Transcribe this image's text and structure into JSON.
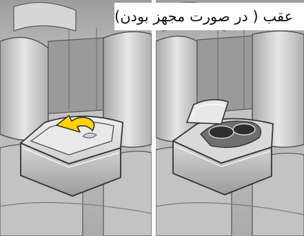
{
  "caption": {
    "text": "عقب ( در صورت مجهز بودن)"
  },
  "panels": [
    {
      "state": "closed",
      "arrow_icon": "rotate-open-arrow-icon",
      "arrow_color": "#ffd200"
    },
    {
      "state": "open"
    }
  ],
  "colors": {
    "background": "#ffffff",
    "seat_light": "#e4e4e4",
    "seat_mid": "#bdbdbd",
    "seat_dark": "#7d7d7d",
    "outline": "#3c3c3c",
    "arrow": "#ffd200"
  }
}
